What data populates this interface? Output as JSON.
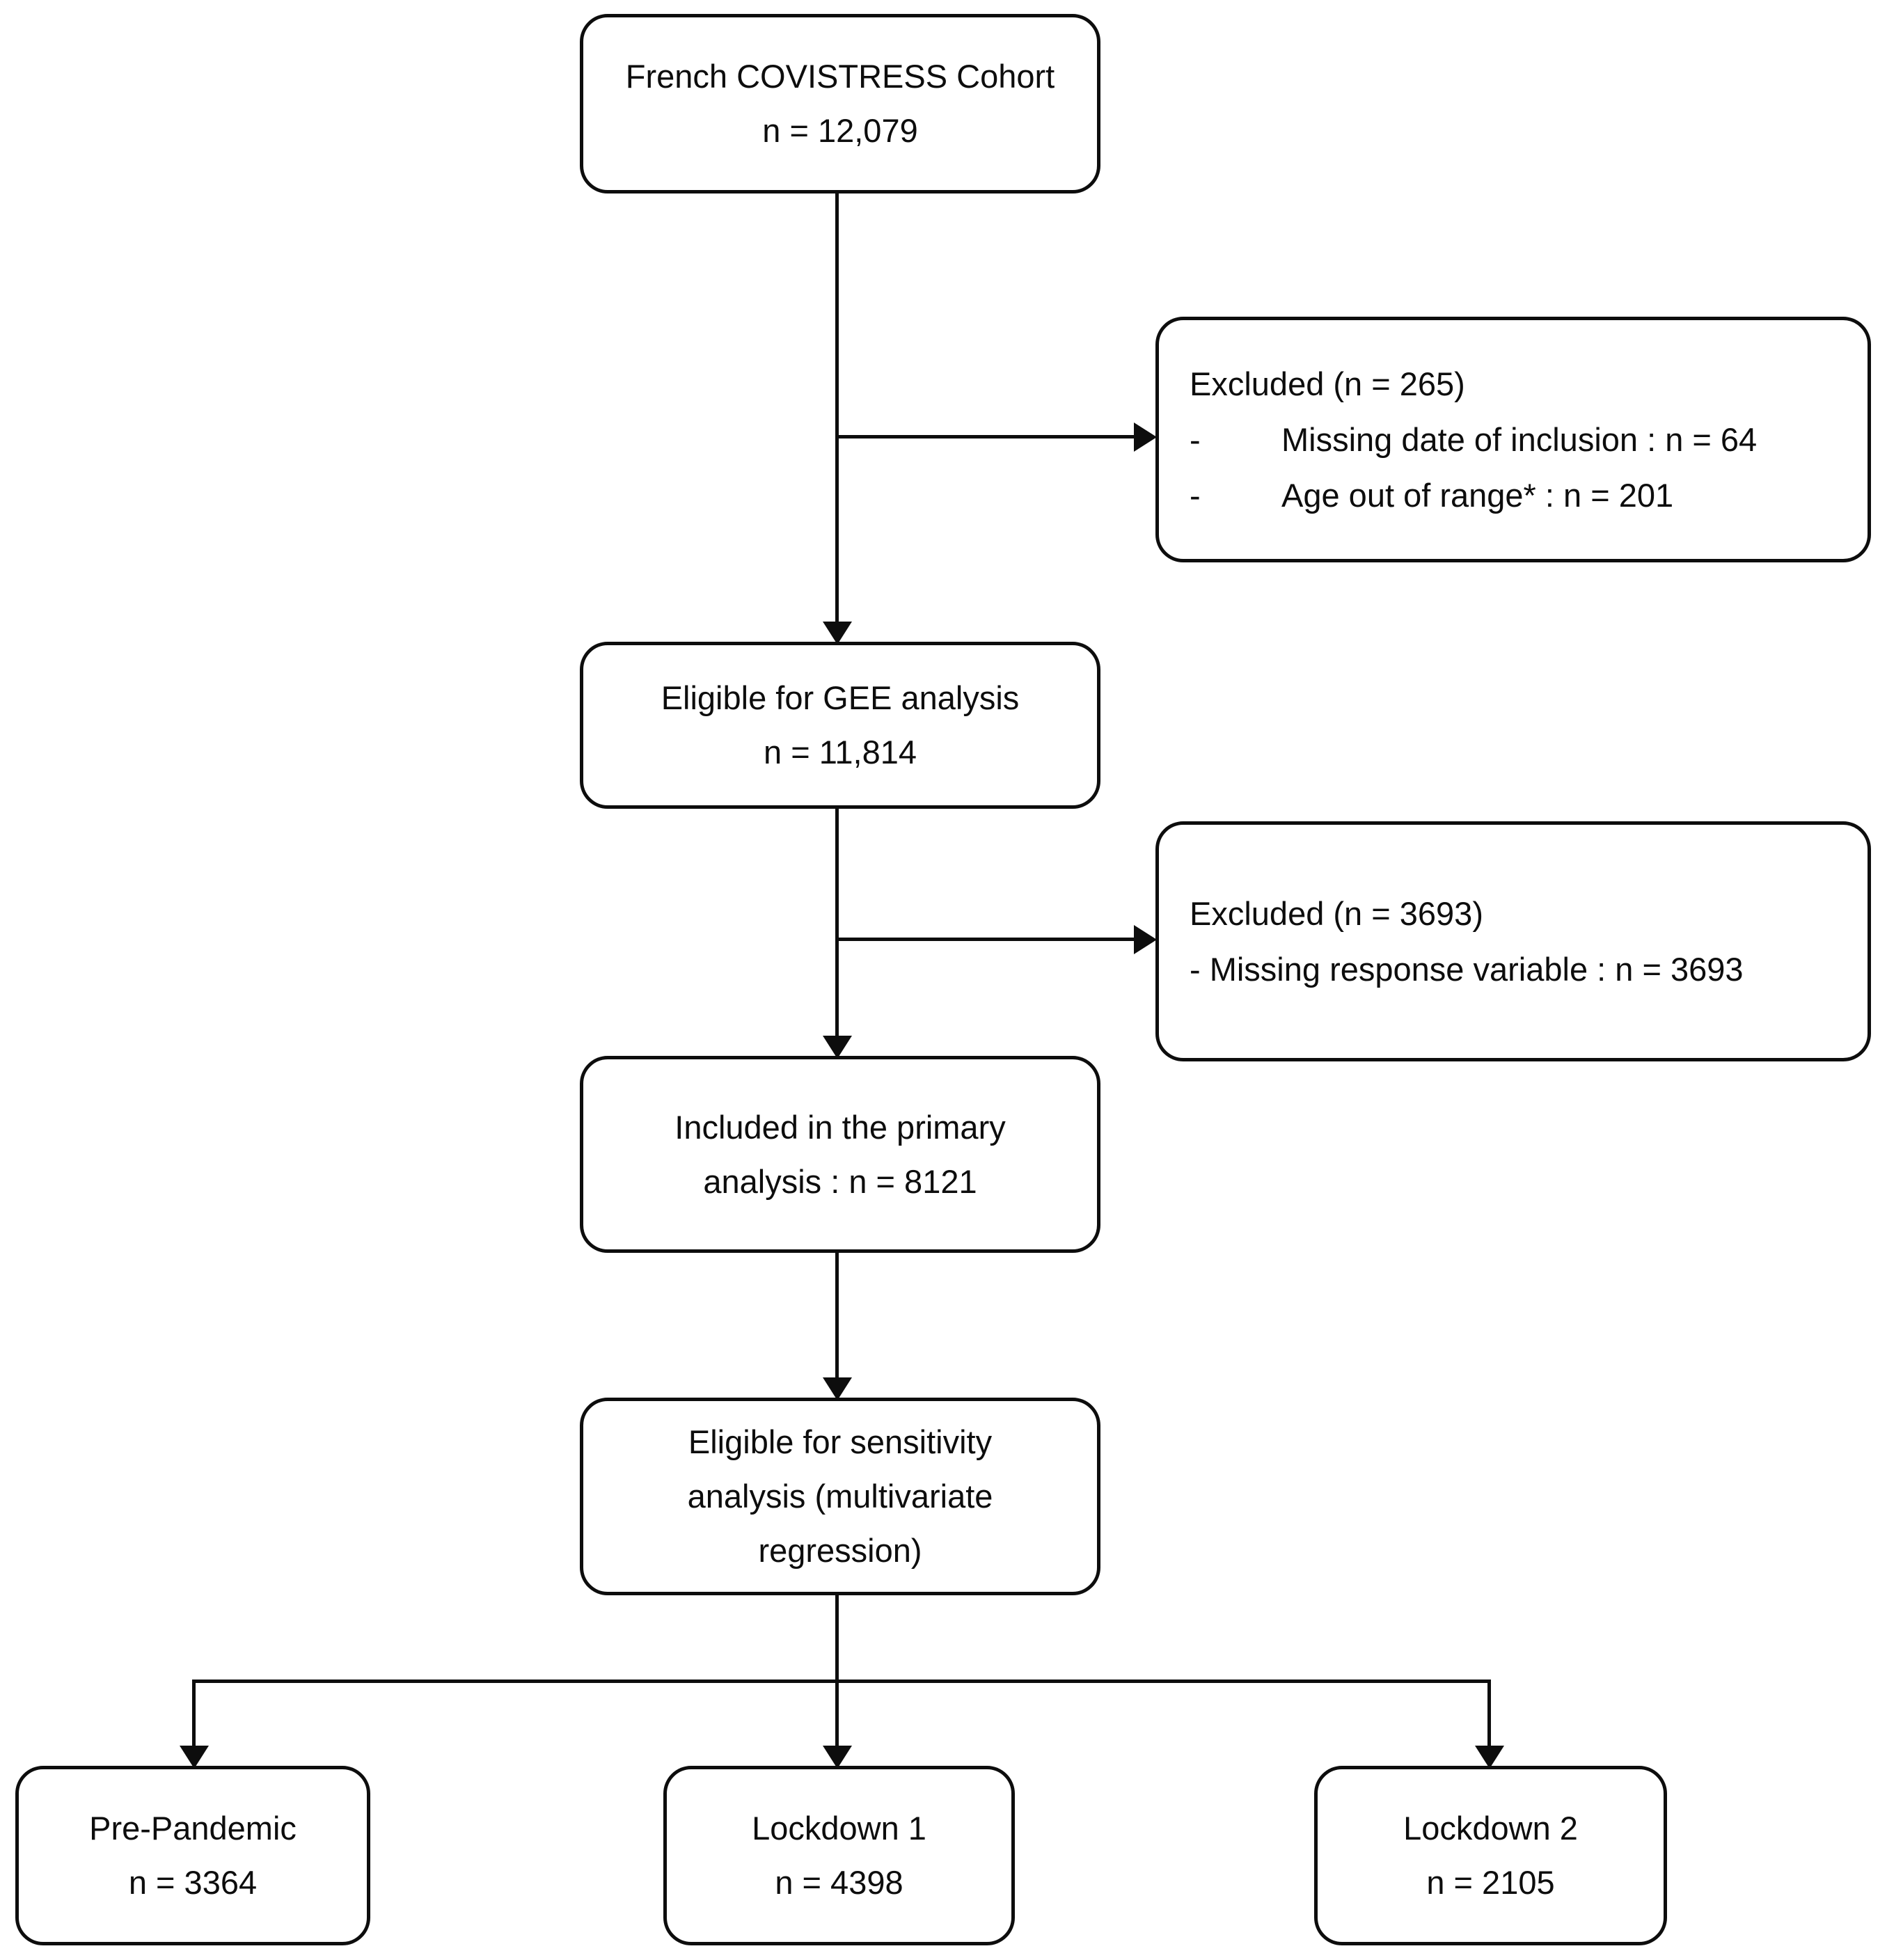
{
  "diagram": {
    "colors": {
      "line": "#0d0d0d",
      "background": "#ffffff",
      "text": "#0d0d0d"
    },
    "nodes": {
      "cohort": {
        "line1": "French COVISTRESS Cohort",
        "line2": "n = 12,079"
      },
      "excluded1": {
        "title": "Excluded (n = 265)",
        "items": [
          {
            "marker": "-",
            "text": "Missing date of inclusion : n = 64"
          },
          {
            "marker": "-",
            "text": "Age out of range* : n = 201"
          }
        ]
      },
      "gee": {
        "line1": "Eligible for GEE analysis",
        "line2": "n = 11,814"
      },
      "excluded2": {
        "title": "Excluded (n = 3693)",
        "item": "- Missing response variable : n = 3693"
      },
      "primary": {
        "line1": "Included in the primary",
        "line2": "analysis : n = 8121"
      },
      "sensitivity": {
        "line1": "Eligible for sensitivity",
        "line2": "analysis (multivariate",
        "line3": "regression)"
      },
      "pre_pandemic": {
        "line1": "Pre-Pandemic",
        "line2": "n = 3364"
      },
      "lockdown1": {
        "line1": "Lockdown 1",
        "line2": "n = 4398"
      },
      "lockdown2": {
        "line1": "Lockdown 2",
        "line2": "n = 2105"
      }
    }
  }
}
